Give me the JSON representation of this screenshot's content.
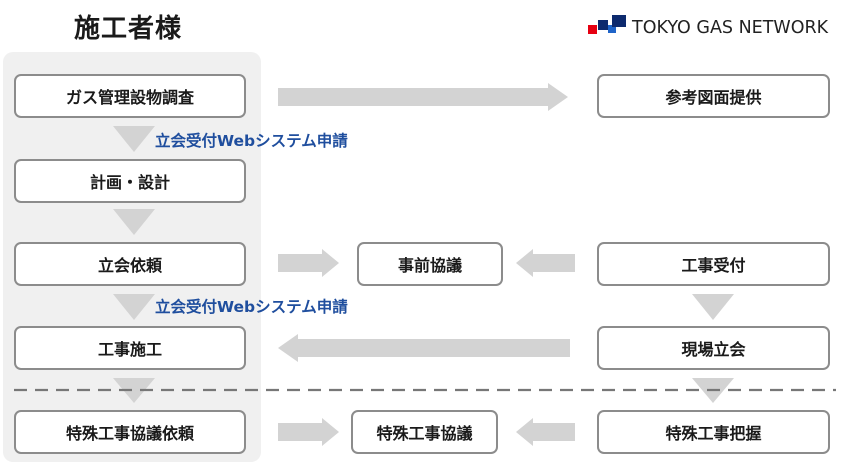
{
  "header": {
    "title": "施工者様",
    "logo_text": "TOKYO GAS NETWORK"
  },
  "colors": {
    "panel_bg": "#f0f0f0",
    "box_border": "#8c8c8c",
    "arrow_fill": "#d3d3d3",
    "note_text": "#1f4e9e",
    "divider": "#777777",
    "logo_red": "#e60012",
    "logo_navy": "#0d2a6e",
    "logo_blue": "#1f64c8"
  },
  "contractor_steps": [
    "ガス管理設物調査",
    "計画・設計",
    "立会依頼",
    "工事施工",
    "特殊工事協議依頼"
  ],
  "network_steps": [
    "参考図面提供",
    "工事受付",
    "現場立会",
    "特殊工事把握"
  ],
  "middle_steps": [
    "事前協議",
    "特殊工事協議"
  ],
  "notes": [
    "立会受付Webシステム申請",
    "立会受付Webシステム申請"
  ]
}
